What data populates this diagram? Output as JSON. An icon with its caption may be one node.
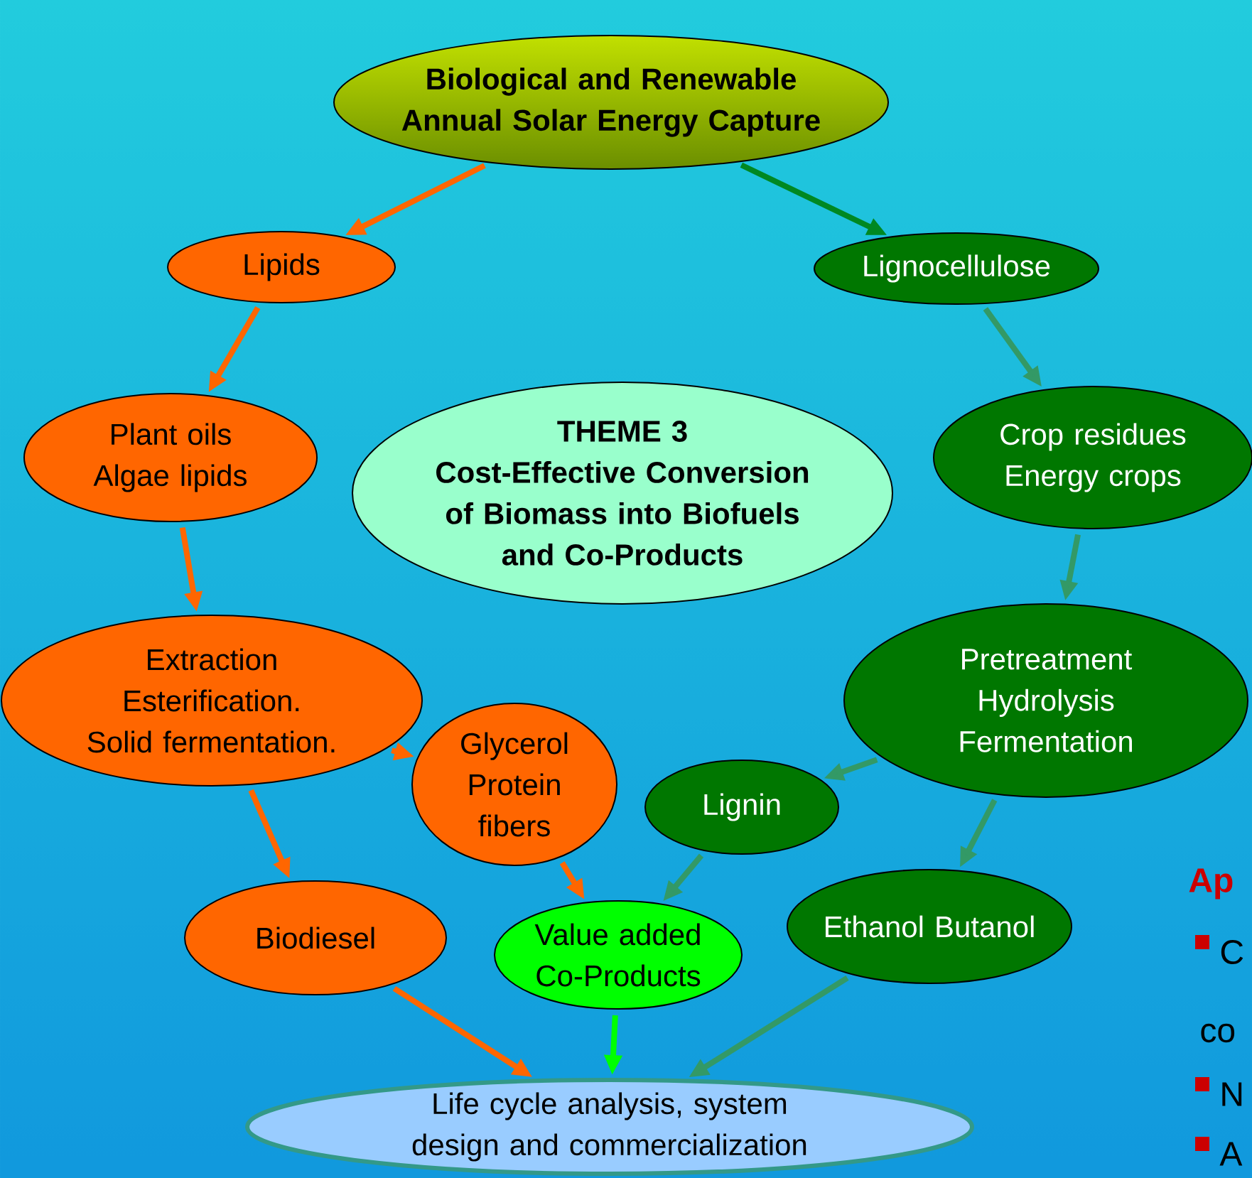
{
  "diagram": {
    "nodes": [
      {
        "text": [
          "Biological and Renewable Annual Solar Energy Capture"
        ]
      },
      {
        "text": [
          "Lipids"
        ]
      },
      {
        "text": [
          "Lignocellulose"
        ]
      },
      {
        "text": [
          "Plant oils Algae lipids"
        ]
      },
      {
        "text": [
          "THEME 3",
          "Cost-Effective Conversion of Biomass into Biofuels and Co-Products"
        ]
      },
      {
        "text": [
          "Crop residues Energy crops"
        ]
      },
      {
        "text": [
          "Extraction Esterification. Solid fermentation."
        ]
      },
      {
        "text": [
          "Pretreatment Hydrolysis Fermentation"
        ]
      },
      {
        "text": [
          "Glycerol Protein fibers"
        ]
      },
      {
        "text": [
          "Lignin"
        ]
      },
      {
        "text": [
          "Biodiesel"
        ]
      },
      {
        "text": [
          "Value added Co-Products"
        ]
      },
      {
        "text": [
          "Ethanol Butanol"
        ]
      },
      {
        "text": [
          "Life cycle analysis, system design and commercialization"
        ]
      }
    ],
    "edges": [
      {
        "from": 0,
        "to": 1,
        "arrow": "to"
      },
      {
        "from": 0,
        "to": 2,
        "arrow": "to",
        "color": "#008822"
      },
      {
        "from": 1,
        "to": 3,
        "arrow": "to"
      },
      {
        "from": 2,
        "to": 5,
        "arrow": "to",
        "color": "#339966"
      },
      {
        "from": 3,
        "to": 6,
        "arrow": "to"
      },
      {
        "from": 5,
        "to": 7,
        "arrow": "to",
        "color": "#339966"
      },
      {
        "from": 6,
        "to": 8,
        "arrow": "to"
      },
      {
        "from": 6,
        "to": 10,
        "arrow": "to"
      },
      {
        "from": 7,
        "to": 9,
        "arrow": "to",
        "color": "#339966"
      },
      {
        "from": 7,
        "to": 12,
        "arrow": "to",
        "color": "#339966"
      },
      {
        "from": 8,
        "to": 11,
        "arrow": "to"
      },
      {
        "from": 9,
        "to": 11,
        "arrow": "to",
        "color": "#339966"
      },
      {
        "from": 10,
        "to": 13,
        "arrow": "to"
      },
      {
        "from": 11,
        "to": 13,
        "arrow": "to",
        "color": "#00ff00"
      },
      {
        "from": 12,
        "to": 13,
        "arrow": "to",
        "color": "#339966"
      }
    ],
    "labels": [
      "Ap",
      "C",
      "co",
      "N",
      "A"
    ]
  }
}
